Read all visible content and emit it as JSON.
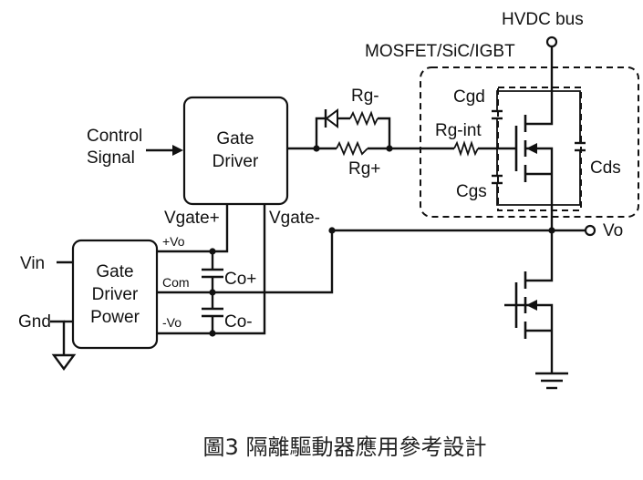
{
  "labels": {
    "hvdc_bus": "HVDC bus",
    "device_type": "MOSFET/SiC/IGBT",
    "control_signal_1": "Control",
    "control_signal_2": "Signal",
    "gate_driver_1": "Gate",
    "gate_driver_2": "Driver",
    "rg_minus": "Rg-",
    "rg_plus": "Rg+",
    "cgd": "Cgd",
    "rg_int": "Rg-int",
    "cgs": "Cgs",
    "cds": "Cds",
    "vgate_plus": "Vgate+",
    "vgate_minus": "Vgate-",
    "vo": "Vo",
    "plus_vo": "+Vo",
    "com": "Com",
    "minus_vo": "-Vo",
    "co_plus": "Co+",
    "co_minus": "Co-",
    "vin": "Vin",
    "gnd": "Gnd",
    "gdp_1": "Gate",
    "gdp_2": "Driver",
    "gdp_3": "Power"
  },
  "caption": "圖3 隔離驅動器應用參考設計"
}
